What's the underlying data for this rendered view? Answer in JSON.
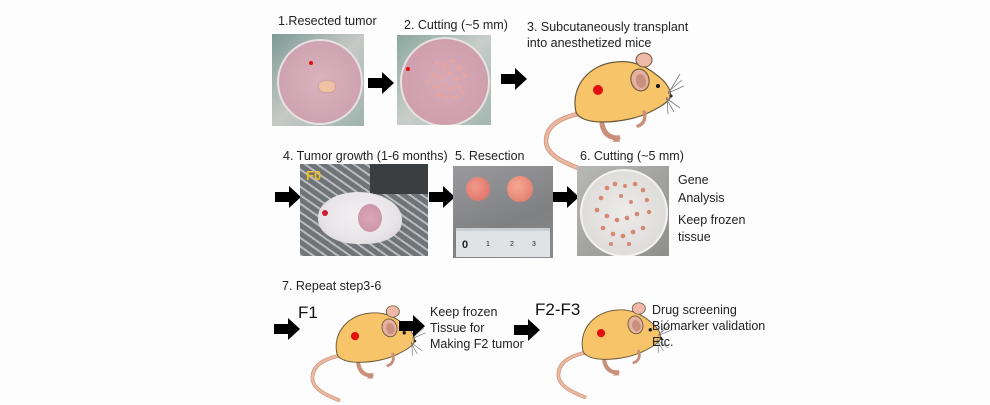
{
  "diagram": {
    "row1": {
      "step1_label": "1.Resected tumor",
      "step2_label": "2. Cutting (~5 mm)",
      "step3_label_line1": "3. Subcutaneously transplant",
      "step3_label_line2": "into anesthetized mice"
    },
    "row2": {
      "step4_label": "4. Tumor growth (1-6 months)",
      "photo_tag": "F0",
      "step5_label": "5. Resection",
      "ruler_ticks": [
        "0",
        "1",
        "2",
        "3"
      ],
      "step6_label": "6. Cutting (~5 mm)",
      "outcome_gene_line1": "Gene",
      "outcome_gene_line2": "Analysis",
      "outcome_frozen_line1": "Keep frozen",
      "outcome_frozen_line2": "tissue"
    },
    "row3": {
      "step7_label": "7. Repeat step3-6",
      "gen_f1": "F1",
      "f1_note_line1": "Keep frozen",
      "f1_note_line2": "Tissue for",
      "f1_note_line3": "Making F2 tumor",
      "gen_f2f3": "F2-F3",
      "f2f3_note_line1": "Drug screening",
      "f2f3_note_line2": "Biomarker validation",
      "f2f3_note_line3": "Etc."
    },
    "colors": {
      "mouse_body": "#f7c46a",
      "mouse_outline": "#6b5a3a",
      "tumor_dot": "#e01010",
      "tail": "#e8b49a",
      "arrow": "#000000",
      "dish_media": "#d9a9b5",
      "tissue": "#e5876e",
      "photo_tag": "#f0c020"
    }
  }
}
